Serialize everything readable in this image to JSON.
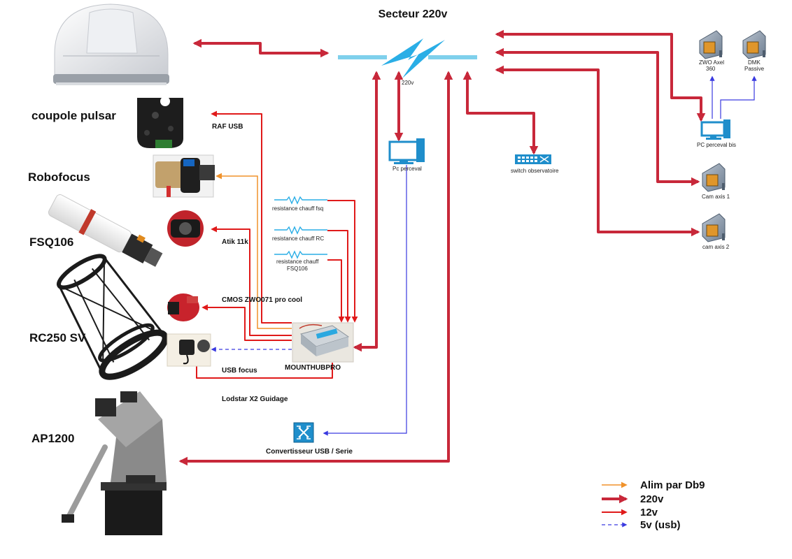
{
  "title": "Secteur 220v",
  "mains_sublabel": "220v",
  "equipment": {
    "dome": "coupole pulsar",
    "robofocus": "Robofocus",
    "fsq": "FSQ106",
    "rc": "RC250 SV",
    "mount": "AP1200"
  },
  "labels": {
    "raf": "RAF USB",
    "atik": "Atik 11k",
    "cmos": "CMOS ZWO071 pro cool",
    "usb_focus": "USB focus",
    "hub": "MOUNTHUBPRO",
    "lodstar": "Lodstar X2 Guidage",
    "converter": "Convertisseur USB / Serie",
    "pc": "Pc perceval",
    "switch": "switch observatoire",
    "pc_bis": "PC perceval bis",
    "zwo_axel_1": "ZWO Axel",
    "zwo_axel_2": "360",
    "dmk_1": "DMK",
    "dmk_2": "Passive",
    "cam1": "Cam axis 1",
    "cam2": "cam axis 2",
    "heater_fsq": "resistance chauff fsq",
    "heater_rc": "resistance chauff RC",
    "heater_fsq106_1": "resistance chauff",
    "heater_fsq106_2": "FSQ106"
  },
  "legend": [
    {
      "label": "Alim par Db9",
      "color": "#f0922b",
      "style": "thin"
    },
    {
      "label": "220v",
      "color": "#c8283a",
      "style": "thick"
    },
    {
      "label": "12v",
      "color": "#e01a1a",
      "style": "medium"
    },
    {
      "label": "5v (usb)",
      "color": "#3a3ae0",
      "style": "dashed"
    }
  ],
  "colors": {
    "v220": "#c8283a",
    "v12": "#e01a1a",
    "usb": "#3a3ae0",
    "db9": "#f0922b",
    "mains_bar": "#7fd0ec",
    "bolt": "#2aaee6"
  },
  "icons": {
    "pc": "desktop-computer-icon",
    "camera": "network-camera-icon",
    "switch": "network-switch-icon",
    "converter": "usb-serial-converter-icon",
    "bolt": "lightning-bolt-icon"
  }
}
